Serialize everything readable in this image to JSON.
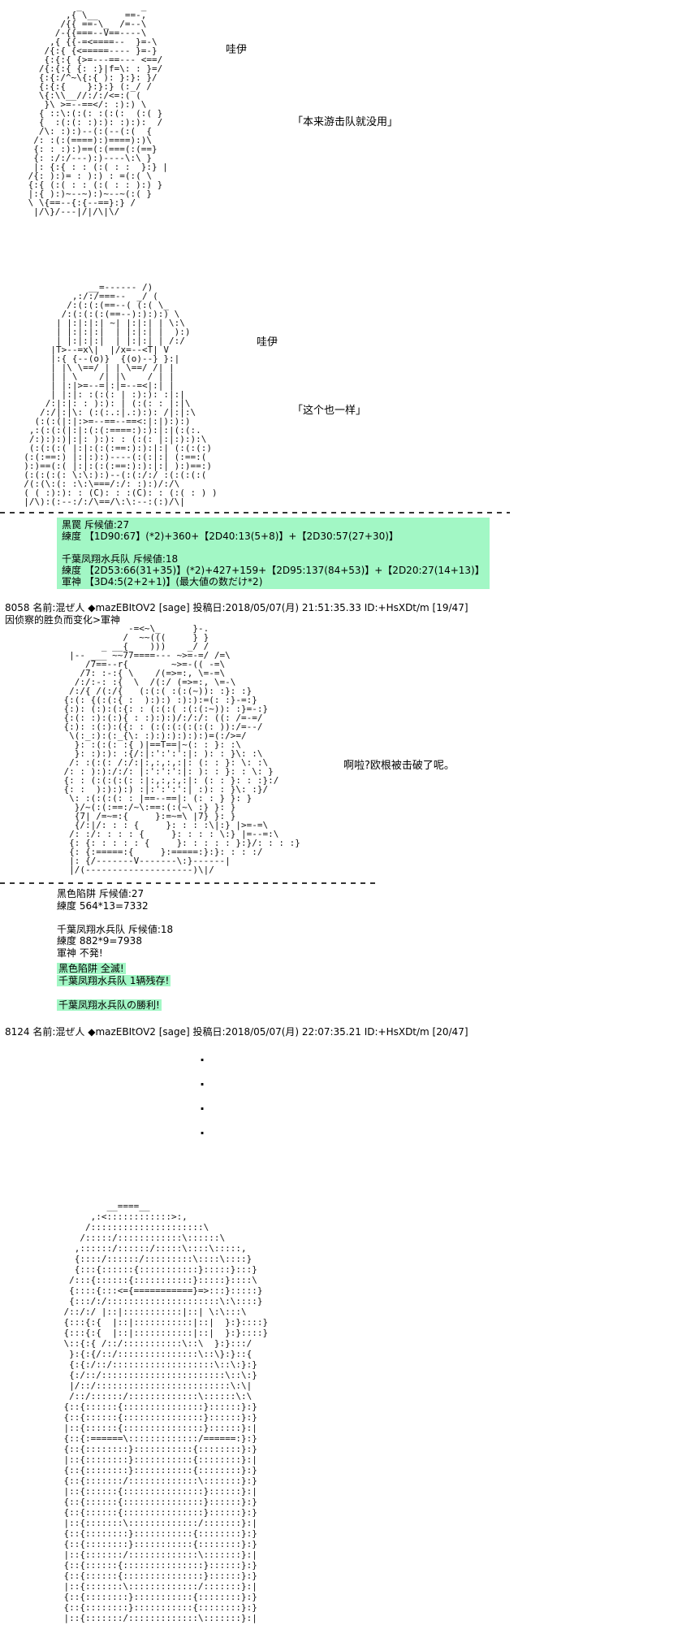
{
  "colors": {
    "background": "#ffffff",
    "text": "#000000",
    "highlight": "#a2f7c5",
    "separator": "#333333"
  },
  "dialogue": {
    "s1_name": "哇伊",
    "s1_line": "「本来游击队就没用」",
    "s2_name": "哇伊",
    "s2_line": "「这个也一样」",
    "s3_line": "啊啦?欧根被击破了呢。"
  },
  "battle1": {
    "lines": [
      "黒罠 斥候値:27",
      "練度 【1D90:67】(*2)+360+【2D40:13(5+8)】+【2D30:57(27+30)】",
      "",
      "千葉凤翔水兵队 斥候値:18",
      "練度 【2D53:66(31+35)】(*2)+427+159+【2D95:137(84+53)】+【2D20:27(14+13)】",
      "軍神 【3D4:5(2+2+1)】(最大値の数だけ*2)"
    ]
  },
  "post1": {
    "header": "8058 名前:混ぜ人 ◆mazEBItOV2 [sage] 投稿日:2018/05/07(月) 21:51:35.33 ID:+HsXDt/m [19/47]",
    "note": "因侦察的胜负而变化>軍神"
  },
  "battle2": {
    "lines": [
      "黑色陷阱 斥候値:27",
      "練度 564*13=7332",
      "",
      "千葉凤翔水兵队 斥候値:18",
      "練度 882*9=7938",
      "軍神 不発!"
    ]
  },
  "result": {
    "lines": [
      "黑色陷阱 全滅!",
      "千葉凤翔水兵队 1辆残存!",
      "",
      "千葉凤翔水兵队の勝利!"
    ]
  },
  "post2": {
    "header": "8124 名前:混ぜ人 ◆mazEBItOV2 [sage] 投稿日:2018/05/07(月) 22:07:35.21 ID:+HsXDt/m [20/47]"
  },
  "dots": [
    "·",
    "·",
    "·",
    "·"
  ],
  "aa": {
    "block1": [
      "          _           _",
      "        ,{ \\__     ==-,",
      "       /{{ ==-\\_  /=--\\",
      "      /-{{===--V==----\\",
      "     ,{ {{-=<====--  }=-\\",
      "    /{:{ {<=====---- }=-}",
      "    {:{:{ {>=---==--- <==/",
      "   /{:{:{ {: :}|f=\\: : }=/",
      "   {:{:/^~\\{:{ ): }:}: }/",
      "   {:{:{    }:}:} (:_/ /",
      "   \\{:\\\\__//:/:/<=:( (",
      "    }\\ >=--==</: :):) \\",
      "   { ::\\:(:(: :(:(:  (:( }",
      "   {  :(:(: :):): :):):  /",
      "   /\\: :):)--(:(--(:(  {",
      "  /: :(:(====):)====):)\\",
      "  {: : :):)==(:(===(:(==}",
      "  {: :/:/---):)----\\:\\ }",
      "  |: {:{ : : (:( : :  }:} |",
      " /{: ):)= : ):) : =(:( \\",
      " {:{ (:( : : (:( : : ):) }",
      " |:{ ):)~--~):)~--~(:( }",
      " \\ \\{==--{:{--==}:} /",
      "  |/\\}/---|/|/\\|\\/"
    ],
    "block2": [
      "              __=------ /)",
      "           ,:/:/===--  _/ (",
      "          /:(:(:(==--( (:( \\_",
      "         /:(:(:(:(==--):):):) \\",
      "        | |:|:|:| ~| |:|:| | \\:\\",
      "        | |:|:|:|  | |:|:| |  ):)",
      "        | |:|:|:|  | |:|:| | /:/",
      "       |T>--=x\\|  |/x=--<T| V",
      "       |:{ {--(o)}  {(o)--} }:|",
      "       | |\\ \\==/ | | \\==/ /| |",
      "       | | \\    /| |\\    / | |",
      "       | |:|>=--=|:|=--=<|:| |",
      "       | |:|: :(:(: | :):): :|:|",
      "      /:|:|: : ):): | (:(: : |:|\\",
      "     /:/|:|\\: (:(:.:|.:):): /|:|:\\",
      "    (:(:(|:|:>=--==--==<:|:|):):)",
      "   ,:(:(:(|:|:(:(:====:):):|:|(:(:.",
      "   /:):):)|:|: ):): : (:(: |:|:):):\\",
      "   (:(:(:( |:|:(:(:==:):):|:| (:(:(:)",
      "  (:(:==:) |:|:):)----(:(:|:| (:==:(",
      "  ):)==(:( |:|:(:(:==:):):|:| ):)==:)",
      "  (:(:(:(: \\:\\:):)--(:(:/:/ :(:(:(:(",
      "  /(:(\\:(: :\\:\\===/:/: :):)/:/\\",
      "  ( ( :):): : (C): : :(C): : (:( : ) )",
      "  |/\\):(:--:/:/\\==/\\:\\:--:(:)/\\|"
    ],
    "block3": [
      "                -=<~\\_      }-.",
      "               /  ~~(((     } }",
      "           _ __{    )))    _/ /",
      "     |-- ___ ~~77====--- ~>=-=/ /=\\",
      "        /7==--r{        ~>=-(( -=\\",
      "       /7: :-:{ \\    /(=>=:, \\=-=\\",
      "      /:/:-: :{  \\  /(:/ (=>=:, \\=-\\",
      "     /:/{ /(:/{   (:(:( :(:(~)): :}: :}",
      "    {:(: {(:(:{ :  ):):) :):):=(: :}-=:}",
      "    {:): (:):(:{: : (:(:( :(:(:~)): :}=-:}",
      "    {:(: :):(:){ : :):):)/:/:/: ((: /=-=/",
      "    {:): :(:):({: : (:(:(:(:(:(: )):/=--/",
      "     \\(:_:):(:_{\\: :):):):):):)=(:/>=/",
      "      }: :(:(: :{ )|==T==|~(: : }: :\\",
      "      }: :):): :{/:|:':':':|: ): : }\\: :\\",
      "     /: :(:(: /:/:|:,:,:,:|: (: : }: \\: :\\",
      "    /: : ):):/:/: |:':':':|: ): : }: : \\: }",
      "    {: : (:(:(:(: :|:,:,:,:|: (: : }: : :}:/",
      "    {: :  ):):):) :|:':':':| :): : }\\: :}/",
      "     \\: :(:(:(: : |==--==|: (: : } }: }",
      "      }/~(:(:==:/~\\:==:(:(~\\ :} }: }",
      "      {7| /=~=:{     }:=~=\\ |7} }: }",
      "      {/:|/: : : {     }: : : :\\|:} |>=-=\\",
      "     /: :/: : : : {     }: : : : \\:} |=--=:\\",
      "     {: {: : : : : {     }: : : : : }:}/: : : :}",
      "     {: {:=====:{     }:=====:}:}: : : :/",
      "     |: {/-------V-------\\:}------|",
      "     |/(--------------------)\\|/"
    ],
    "block4": [
      "            __====__",
      "         ,:<::::::::::::>:,",
      "        /:::::::::::::::::::::\\",
      "       /:::::/::::::::::::\\::::::\\",
      "      ,::::::/::::::/:::::\\::::\\:::::,",
      "      {::::/::::::/:::::::::\\::::\\::::}",
      "      {:::{::::::{:::::::::::}:::::}:::}",
      "     /:::{::::::{:::::::::::}:::::}::::\\",
      "     {::::{:::<={===========}=>:::}:::::}",
      "     {:::/:/:::::::::::::::::::::\\:\\::::}",
      "    /::/:/ |::|:::::::::::|::| \\:\\:::\\",
      "    {:::{:{  |::|:::::::::::|::|  }:}::::}",
      "    {:::{:{  |::|:::::::::::|::|  }:}::::}",
      "    \\::{:{ /::/:::::::::::\\::\\  }:}:::/",
      "     }:{:{/::/:::::::::::::::\\::\\}:}::{",
      "     {:{:/::/:::::::::::::::::::\\::\\:}:}",
      "     {:/::/:::::::::::::::::::::::\\::\\:}",
      "     |/::/:::::::::::::::::::::::::\\:\\|",
      "     /::/::::::/:::::::::::::\\::::::\\:\\",
      "    {::{::::::{:::::::::::::::}::::::}:}",
      "    {::{::::::{:::::::::::::::}::::::}:}",
      "    |::{::::::{:::::::::::::::}::::::}:|",
      "    {::{:======\\:::::::::::::/======:}:}",
      "    {::{::::::::}:::::::::::{::::::::}:}",
      "    |::{::::::::}:::::::::::{::::::::}:|",
      "    {::{::::::::}:::::::::::{::::::::}:}",
      "    {::{:::::::/:::::::::::::\\:::::::}:}",
      "    |::{::::::{:::::::::::::::}::::::}:|",
      "    {::{::::::{:::::::::::::::}::::::}:}",
      "    {::{::::::{:::::::::::::::}::::::}:}",
      "    |::{:::::::\\:::::::::::::/:::::::}:|",
      "    {::{::::::::}:::::::::::{::::::::}:}",
      "    {::{::::::::}:::::::::::{::::::::}:}",
      "    |::{:::::::/:::::::::::::\\:::::::}:|",
      "    {::{::::::{:::::::::::::::}::::::}:}",
      "    {::{::::::{:::::::::::::::}::::::}:}",
      "    |::{:::::::\\:::::::::::::/:::::::}:|",
      "    {::{::::::::}:::::::::::{::::::::}:}",
      "    {::{::::::::}:::::::::::{::::::::}:}",
      "    |::{:::::::/:::::::::::::\\:::::::}:|"
    ]
  }
}
